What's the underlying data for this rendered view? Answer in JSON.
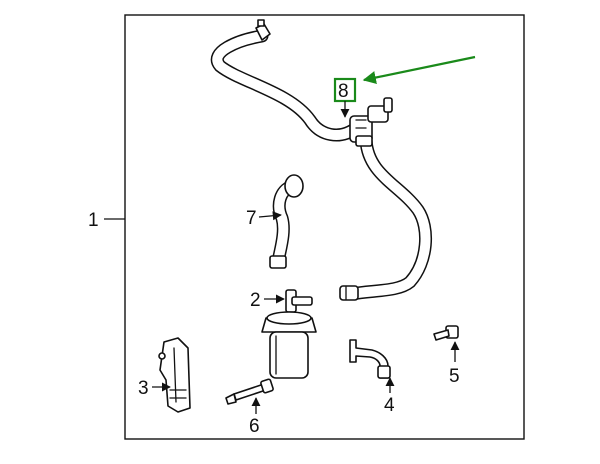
{
  "diagram": {
    "callouts": [
      {
        "id": "1",
        "label": "1"
      },
      {
        "id": "2",
        "label": "2"
      },
      {
        "id": "3",
        "label": "3"
      },
      {
        "id": "4",
        "label": "4"
      },
      {
        "id": "5",
        "label": "5"
      },
      {
        "id": "6",
        "label": "6"
      },
      {
        "id": "7",
        "label": "7"
      },
      {
        "id": "8",
        "label": "8"
      }
    ],
    "highlight": {
      "target": "8",
      "color": "#1a8a1a"
    },
    "colors": {
      "line": "#111111",
      "background": "#ffffff",
      "highlight": "#1a8a1a"
    }
  }
}
